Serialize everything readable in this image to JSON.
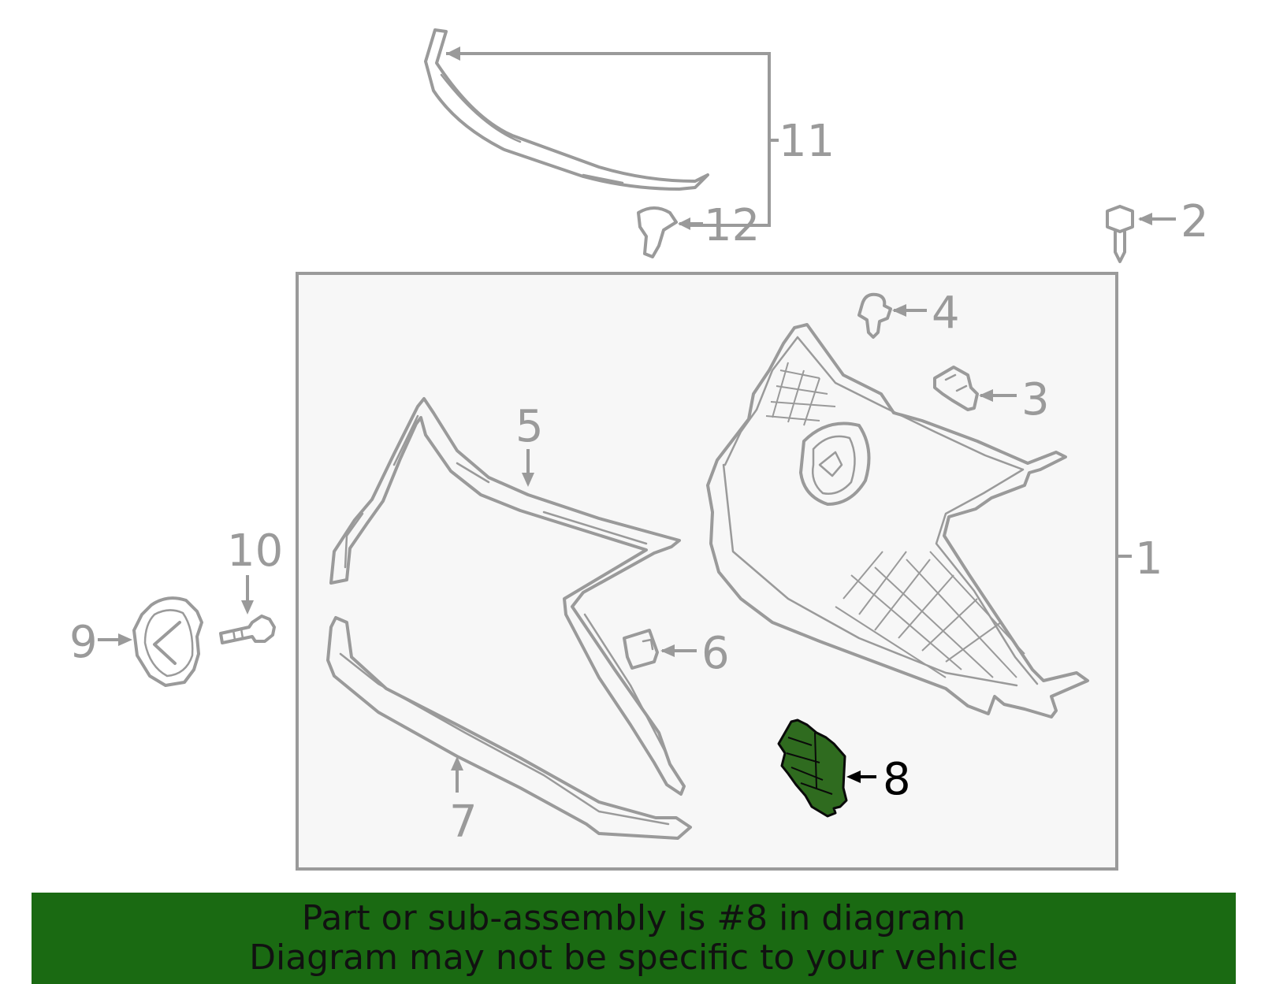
{
  "diagram": {
    "callouts": [
      {
        "id": "1",
        "label": "1"
      },
      {
        "id": "2",
        "label": "2"
      },
      {
        "id": "3",
        "label": "3"
      },
      {
        "id": "4",
        "label": "4"
      },
      {
        "id": "5",
        "label": "5"
      },
      {
        "id": "6",
        "label": "6"
      },
      {
        "id": "7",
        "label": "7"
      },
      {
        "id": "8",
        "label": "8"
      },
      {
        "id": "9",
        "label": "9"
      },
      {
        "id": "10",
        "label": "10"
      },
      {
        "id": "11",
        "label": "11"
      },
      {
        "id": "12",
        "label": "12"
      }
    ],
    "highlighted_part": "8",
    "colors": {
      "outline": "#9a9a9a",
      "highlight": "#2f6b1f",
      "banner": "#1a6a12",
      "panel": "#f7f7f7"
    }
  },
  "banner": {
    "line1": "Part or sub-assembly is #8 in diagram",
    "line2": "Diagram may not be specific to your vehicle"
  }
}
